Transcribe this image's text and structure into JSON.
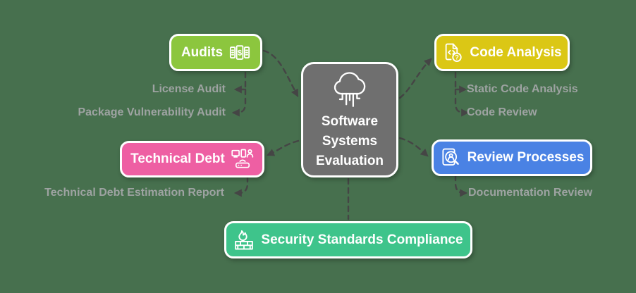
{
  "diagram": {
    "background_color": "#47704E",
    "connector_color": "#454545",
    "child_label_color": "#9EA3A2",
    "central_node": {
      "label": "Software Systems Evaluation",
      "lines": [
        "Software",
        "Systems",
        "Evaluation"
      ],
      "color": "#6F6F6F",
      "icon": "cloud-data-icon"
    },
    "branches": [
      {
        "label": "Audits",
        "color": "#8CC63E",
        "icon": "banknotes-icon",
        "children": [
          "License Audit",
          "Package Vulnerability Audit"
        ]
      },
      {
        "label": "Code Analysis",
        "color": "#DBC715",
        "icon": "code-file-question-icon",
        "children": [
          "Static Code Analysis",
          "Code Review"
        ]
      },
      {
        "label": "Technical Debt",
        "color": "#EE5FA3",
        "icon": "devices-network-icon",
        "children": [
          "Technical Debt Estimation Report"
        ]
      },
      {
        "label": "Review Processes",
        "color": "#4A82E4",
        "icon": "document-person-search-icon",
        "children": [
          "Documentation Review"
        ]
      },
      {
        "label": "Security Standards Compliance",
        "color": "#3EC48B",
        "icon": "firewall-flame-icon",
        "children": []
      }
    ]
  }
}
